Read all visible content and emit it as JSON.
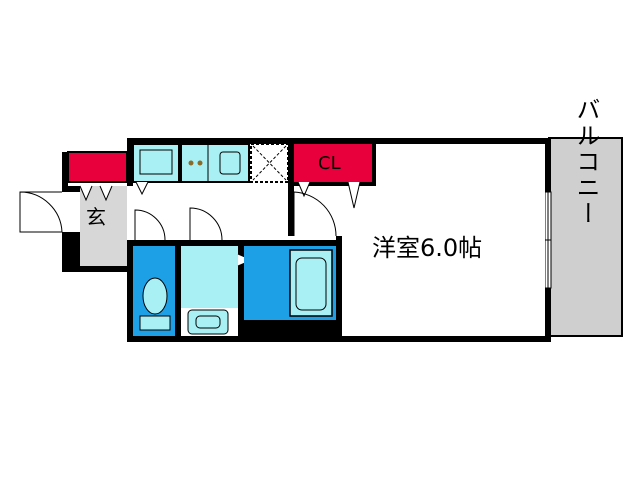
{
  "rooms": {
    "western_room": "洋室6.0帖",
    "closet": "CL",
    "entrance": "玄",
    "balcony": "バルコニー"
  },
  "colors": {
    "wall": "#000000",
    "closet_red": "#e8003c",
    "entrance_gray": "#d7d7d7",
    "balcony_gray": "#cfcfcf",
    "fixture_cyan": "#a9f0f5",
    "wet_blue": "#1ea0e6",
    "floor_white": "#ffffff"
  }
}
